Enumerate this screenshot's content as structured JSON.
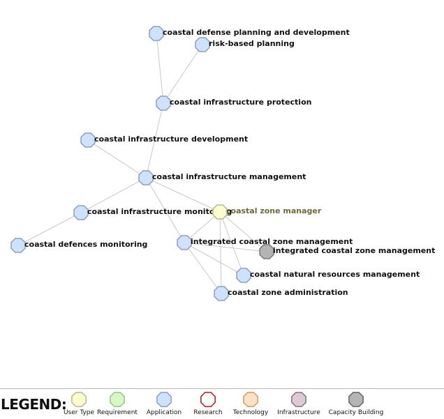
{
  "colors": {
    "application_fill": "#cfe2fb",
    "application_stroke": "#8a9ec4",
    "user_type_fill": "#fbfbcf",
    "user_type_stroke": "#b8b890",
    "other_fill": "#b4b4b4",
    "other_stroke": "#777777",
    "edge": "#c8c8c8"
  },
  "nodes": [
    {
      "id": "n1",
      "label": "coastal defense planning and development",
      "kind": "application"
    },
    {
      "id": "n2",
      "label": "risk-based planning",
      "kind": "application"
    },
    {
      "id": "n3",
      "label": "coastal infrastructure protection",
      "kind": "application"
    },
    {
      "id": "n4",
      "label": "coastal infrastructure development",
      "kind": "application"
    },
    {
      "id": "n5",
      "label": "coastal infrastructure management",
      "kind": "application"
    },
    {
      "id": "n6",
      "label": "coastal infrastructure monitoring",
      "kind": "application"
    },
    {
      "id": "n7",
      "label": "coastal zone manager",
      "kind": "user_type"
    },
    {
      "id": "n8",
      "label": "coastal defences monitoring",
      "kind": "application"
    },
    {
      "id": "n9",
      "label": "integrated coastal zone management",
      "kind": "application"
    },
    {
      "id": "n10",
      "label": "integrated coastal zone management",
      "kind": "capacity_building"
    },
    {
      "id": "n11",
      "label": "coastal natural resources management",
      "kind": "application"
    },
    {
      "id": "n12",
      "label": "coastal zone administration",
      "kind": "application"
    }
  ],
  "edges": [
    [
      "n1",
      "n3"
    ],
    [
      "n2",
      "n3"
    ],
    [
      "n3",
      "n5"
    ],
    [
      "n4",
      "n5"
    ],
    [
      "n5",
      "n6"
    ],
    [
      "n5",
      "n7"
    ],
    [
      "n5",
      "n9"
    ],
    [
      "n6",
      "n8"
    ],
    [
      "n7",
      "n9"
    ],
    [
      "n7",
      "n10"
    ],
    [
      "n7",
      "n11"
    ],
    [
      "n7",
      "n12"
    ],
    [
      "n9",
      "n10"
    ],
    [
      "n9",
      "n11"
    ],
    [
      "n9",
      "n12"
    ]
  ],
  "legend": {
    "title": "LEGEND:",
    "items": [
      {
        "label": "User Type",
        "fill": "#fbfbcf",
        "stroke": "#b8b890",
        "icon": "octagon-icon"
      },
      {
        "label": "Requirement",
        "fill": "#d6f7c6",
        "stroke": "#9ac28a",
        "icon": "octagon-icon"
      },
      {
        "label": "Application",
        "fill": "#cfe2fb",
        "stroke": "#8a9ec4",
        "icon": "octagon-icon"
      },
      {
        "label": "Research",
        "fill": "#ffffff",
        "stroke": "#b01818",
        "icon": "octagon-icon"
      },
      {
        "label": "Technology",
        "fill": "#fde2c8",
        "stroke": "#d49a6a",
        "icon": "octagon-icon"
      },
      {
        "label": "Infrastructure",
        "fill": "#dccbd6",
        "stroke": "#8c7080",
        "icon": "octagon-icon"
      },
      {
        "label": "Capacity Building",
        "fill": "#b4b4b4",
        "stroke": "#666666",
        "icon": "octagon-icon"
      }
    ]
  }
}
